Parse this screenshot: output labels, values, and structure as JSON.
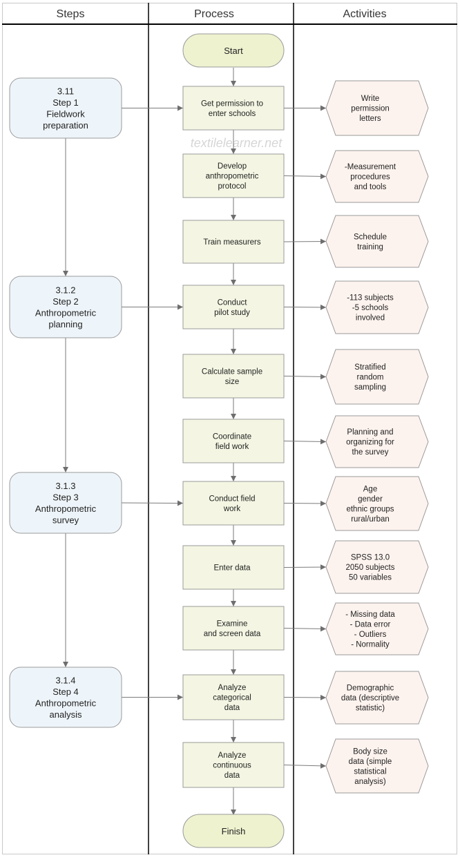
{
  "headers": {
    "steps": "Steps",
    "process": "Process",
    "activities": "Activities"
  },
  "terminals": {
    "start": "Start",
    "finish": "Finish"
  },
  "steps": [
    {
      "lines": [
        "3.11",
        "Step 1",
        "Fieldwork",
        "preparation"
      ]
    },
    {
      "lines": [
        "3.1.2",
        "Step 2",
        "Anthropometric",
        "planning"
      ]
    },
    {
      "lines": [
        "3.1.3",
        "Step 3",
        "Anthropometric",
        "survey"
      ]
    },
    {
      "lines": [
        "3.1.4",
        "Step 4",
        "Anthropometric",
        "analysis"
      ]
    }
  ],
  "process": [
    {
      "lines": [
        "Get permission to",
        "enter schools"
      ]
    },
    {
      "lines": [
        "Develop",
        "anthropometric",
        "protocol"
      ]
    },
    {
      "lines": [
        "Train measurers"
      ]
    },
    {
      "lines": [
        "Conduct",
        "pilot study"
      ]
    },
    {
      "lines": [
        "Calculate sample",
        "size"
      ]
    },
    {
      "lines": [
        "Coordinate",
        "field work"
      ]
    },
    {
      "lines": [
        "Conduct field",
        "work"
      ]
    },
    {
      "lines": [
        "Enter data"
      ]
    },
    {
      "lines": [
        "Examine",
        "and screen data"
      ]
    },
    {
      "lines": [
        "Analyze",
        "categorical",
        "data"
      ]
    },
    {
      "lines": [
        "Analyze",
        "continuous",
        "data"
      ]
    }
  ],
  "activities": [
    {
      "lines": [
        "Write",
        "permission",
        "letters"
      ]
    },
    {
      "lines": [
        "-Measurement",
        "procedures",
        "and tools"
      ]
    },
    {
      "lines": [
        "Schedule",
        "training"
      ]
    },
    {
      "lines": [
        "-113 subjects",
        "-5 schools",
        "involved"
      ]
    },
    {
      "lines": [
        "Stratified",
        "random",
        "sampling"
      ]
    },
    {
      "lines": [
        "Planning and",
        "organizing for",
        "the survey"
      ]
    },
    {
      "lines": [
        "Age",
        "gender",
        "ethnic groups",
        "rural/urban"
      ]
    },
    {
      "lines": [
        "SPSS 13.0",
        "2050 subjects",
        "50 variables"
      ]
    },
    {
      "lines": [
        "- Missing data",
        "- Data error",
        "- Outliers",
        "- Normality"
      ]
    },
    {
      "lines": [
        "Demographic",
        "data (descriptive",
        "statistic)"
      ]
    },
    {
      "lines": [
        "Body size",
        "data (simple",
        "statistical",
        "analysis)"
      ]
    }
  ],
  "watermark": "textilelearner.net",
  "colors": {
    "step_fill": "#eef5fa",
    "process_fill": "#f4f6e3",
    "terminal_fill": "#eef2cf",
    "activity_fill": "#fdf3ee",
    "stroke": "#9a9a9a",
    "connector": "#7a7a7a",
    "lane_line": "#000000"
  }
}
